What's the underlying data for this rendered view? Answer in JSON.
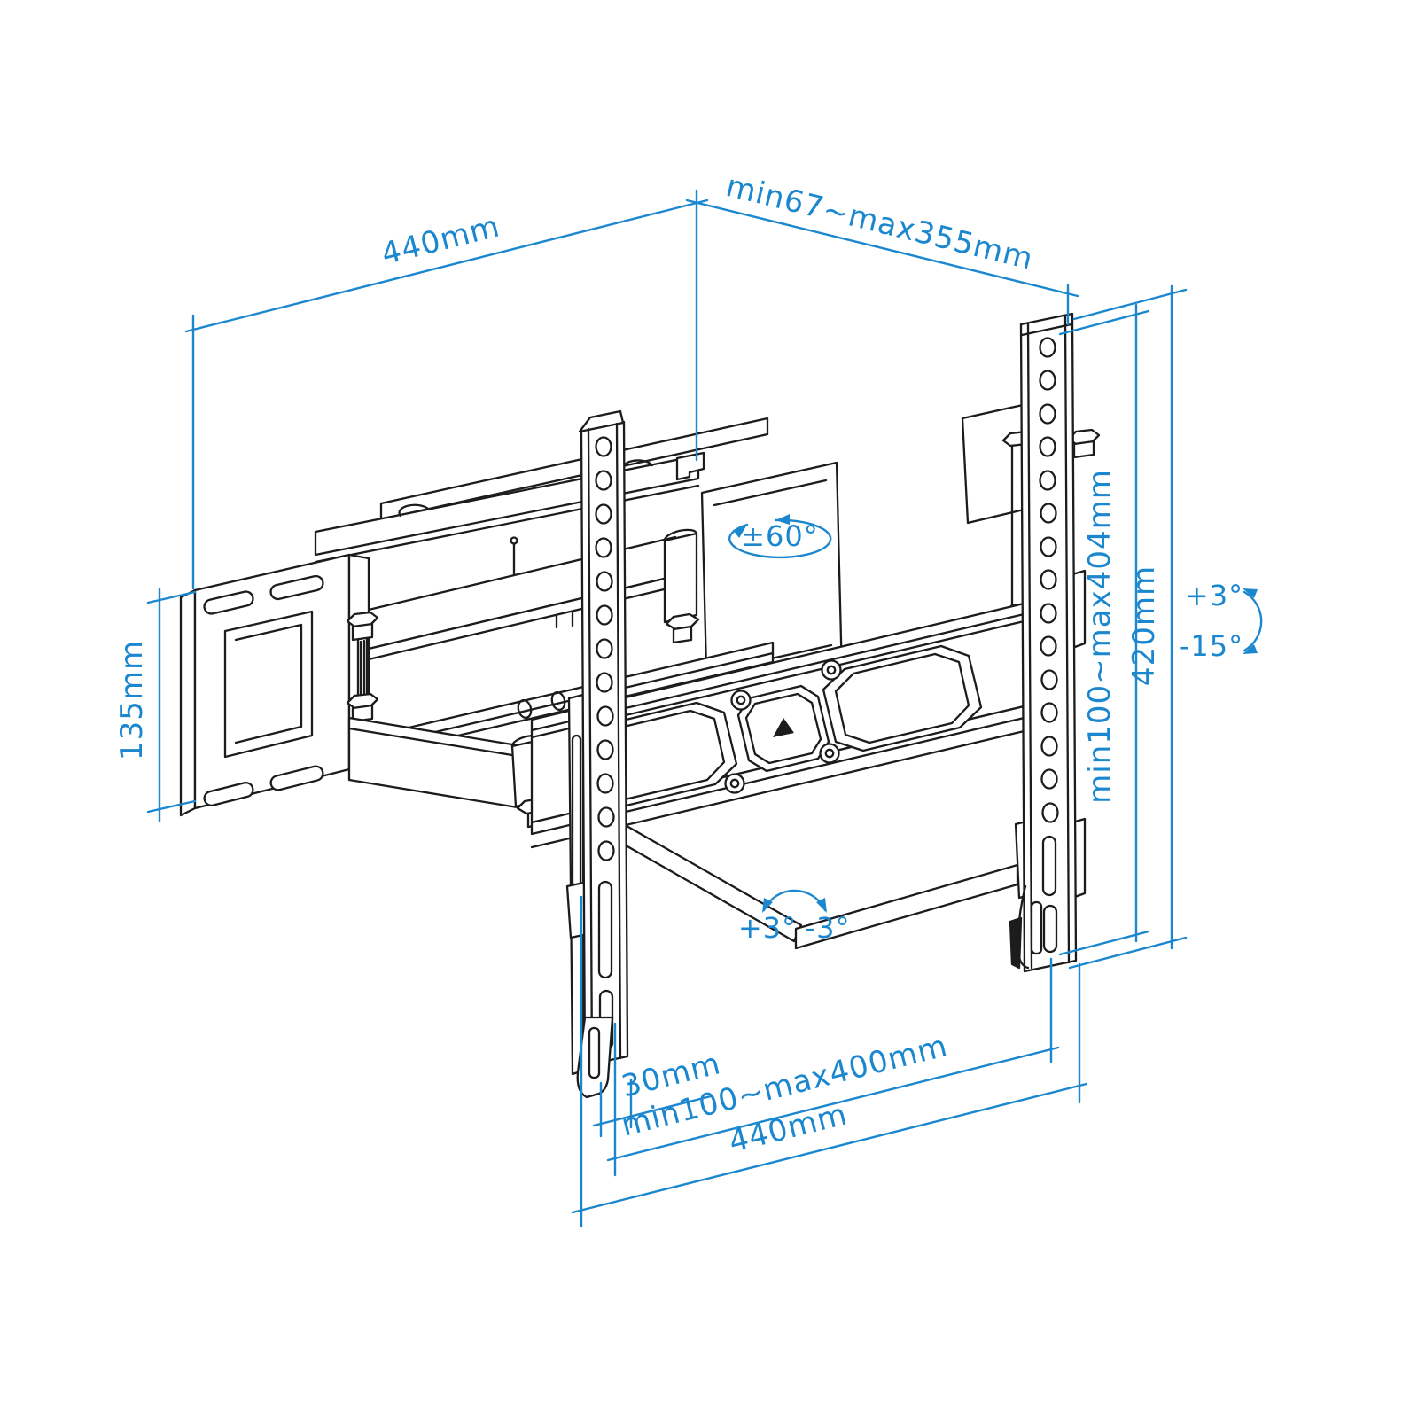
{
  "page": {
    "background": "#ffffff"
  },
  "drawing": {
    "title": "Articulating TV wall mount bracket - dimensioned technical illustration",
    "line_color": "#1c1c1c",
    "annotation_color": "#1b87cf",
    "labels": {
      "top_width": "440mm",
      "depth_extension": "min67~max355mm",
      "plate_height": "135mm",
      "swivel_angle": "±60°",
      "vesa_vertical": "min100~max404mm",
      "bracket_height": "420mm",
      "tilt_up": "+3°",
      "tilt_down": "-15°",
      "level_left": "+3°",
      "level_right": "-3°",
      "rail_width": "30mm",
      "vesa_horizontal": "min100~max400mm",
      "bottom_width": "440mm"
    }
  }
}
